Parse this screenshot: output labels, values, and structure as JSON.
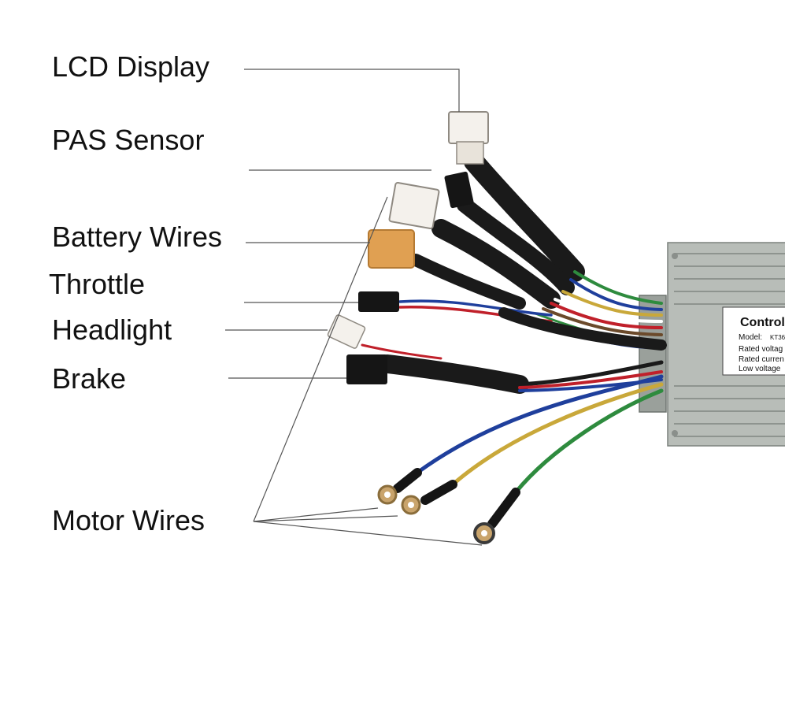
{
  "labels": {
    "lcd": "LCD Display",
    "pas": "PAS Sensor",
    "battery": "Battery Wires",
    "throttle": "Throttle",
    "headlight": "Headlight",
    "brake": "Brake",
    "motor": "Motor Wires"
  },
  "controller_plate": {
    "title": "Control",
    "model": "Model:",
    "model_code": "KT36",
    "rated_voltage": "Rated voltag",
    "rated_current": "Rated curren",
    "low_voltage": "Low voltage"
  },
  "colors": {
    "text": "#111111",
    "leader_line": "#555555",
    "housing": "#b8bdb8",
    "white_connector": "#f4f1ec",
    "battery_connector": "#e0a052",
    "black": "#151515",
    "wire_blue": "#1f3f9c",
    "wire_yellow": "#c9a83a",
    "wire_green": "#2e8b3e",
    "wire_red": "#c0202a"
  }
}
